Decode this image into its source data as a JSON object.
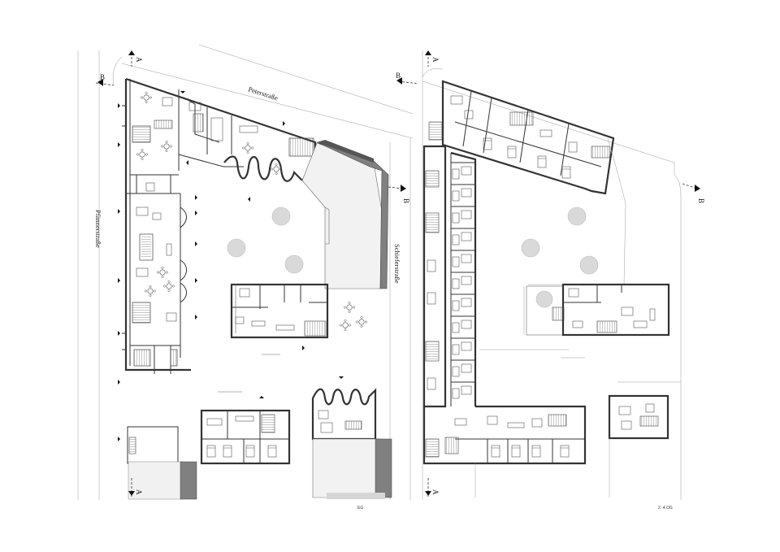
{
  "plans": [
    {
      "level": "EG",
      "streets": [
        "Peterstraße",
        "Schieferstraße",
        "Pfännerstraße"
      ],
      "section_marks": [
        "A",
        "A",
        "B",
        "B"
      ]
    },
    {
      "level": "2.-4.OG",
      "section_marks": [
        "A",
        "A",
        "B",
        "B"
      ]
    }
  ]
}
